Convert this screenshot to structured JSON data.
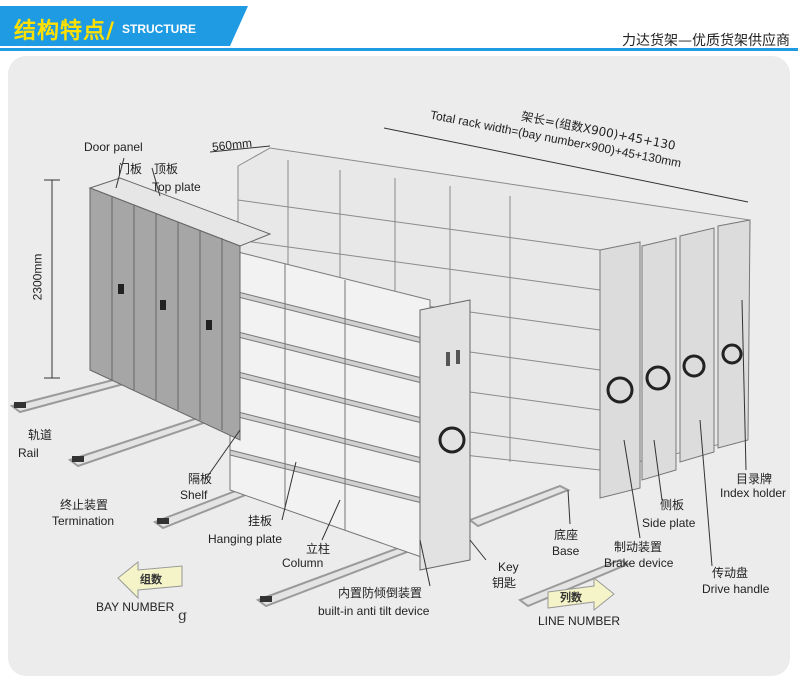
{
  "header": {
    "title_cn": "结构特点/",
    "title_en": "STRUCTURE",
    "company": "力达货架—优质货架供应商"
  },
  "labels": {
    "door_panel": "Door panel",
    "men_ban": "门板",
    "ding_ban": "顶板",
    "top_plate": "Top plate",
    "depth": "560mm",
    "height": "2300mm",
    "width_cn": "架长=(组数X900)+45+130",
    "width_en": "Total rack width=(bay number×900)+45+130mm",
    "rail_cn": "轨道",
    "rail_en": "Rail",
    "termination_cn": "终止装置",
    "termination_en": "Termination",
    "shelf_cn": "隔板",
    "shelf_en": "Shelf",
    "hanging_cn": "挂板",
    "hanging_en": "Hanging plate",
    "column_cn": "立柱",
    "column_en": "Column",
    "antitilt_cn": "内置防倾倒装置",
    "antitilt_en": "built-in anti tilt device",
    "key_en": "Key",
    "key_cn": "钥匙",
    "base_cn": "底座",
    "base_en": "Base",
    "brake_cn": "制动装置",
    "brake_en": "Brake device",
    "side_cn": "侧板",
    "side_en": "Side plate",
    "drive_cn": "传动盘",
    "drive_en": "Drive handle",
    "index_cn": "目录牌",
    "index_en": "Index holder",
    "bay_tag": "组数",
    "bay_en": "BAY NUMBER",
    "line_tag": "列数",
    "line_en": "LINE NUMBER",
    "stray": "g"
  },
  "colors": {
    "banner": "#1e9be3",
    "title": "#ffe000",
    "stage": "#ececec",
    "steel": "#d8d8d8",
    "door": "#a9a9a9"
  }
}
